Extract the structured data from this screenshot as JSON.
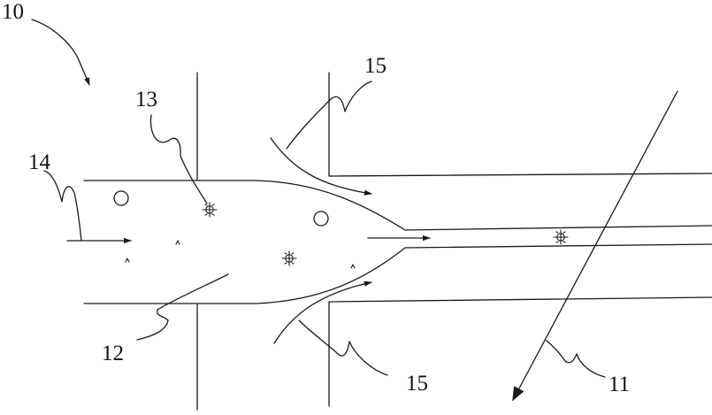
{
  "figure": {
    "labels": {
      "device": "10",
      "axis": "11",
      "channel": "12",
      "particle": "13",
      "inlet": "14",
      "sheath_upper": "15",
      "sheath_lower": "15"
    }
  }
}
